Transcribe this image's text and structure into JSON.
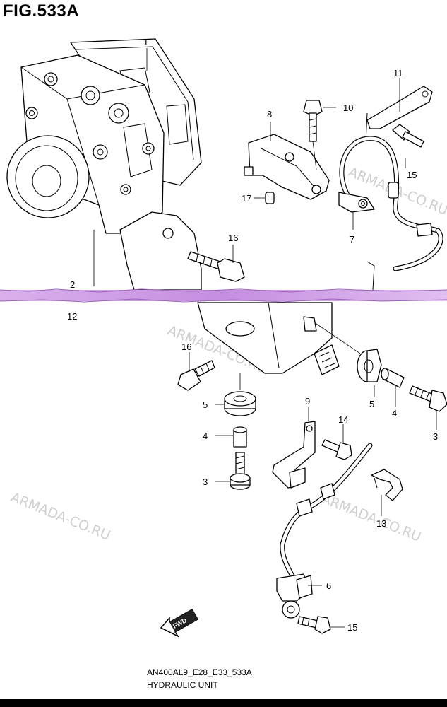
{
  "figure": {
    "title": "FIG.533A",
    "code": "AN400AL9_E28_E33_533A",
    "name": "HYDRAULIC UNIT",
    "direction_label": "FWD"
  },
  "watermarks": [
    "ARMADA-CO.RU",
    "ARMADA-CO.RU",
    "ARMADA-CO.RU",
    "ARMADA-CO.RU"
  ],
  "callouts": {
    "c1": "1",
    "c11": "11",
    "c10": "10",
    "c8": "8",
    "c15a": "15",
    "c17": "17",
    "c7": "7",
    "c16a": "16",
    "c2": "2",
    "c12": "12",
    "c16b": "16",
    "c5a": "5",
    "c5b": "5",
    "c4a": "4",
    "c4b": "4",
    "c3a": "3",
    "c3b": "3",
    "c9": "9",
    "c14": "14",
    "c13": "13",
    "c6": "6",
    "c15b": "15"
  },
  "colors": {
    "line": "#000000",
    "watermark": "#cfcfcf",
    "tear": "#c58ee0"
  },
  "icons": [
    "fwd-arrow-icon"
  ]
}
